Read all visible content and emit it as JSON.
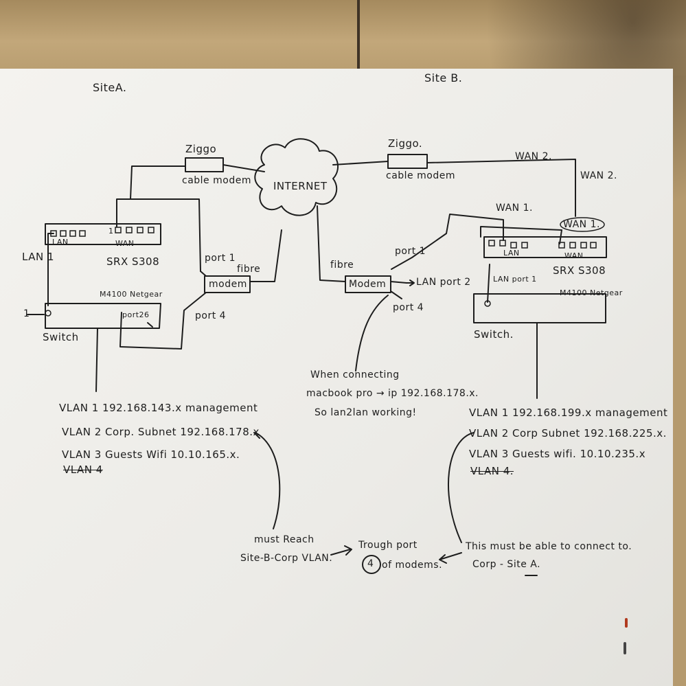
{
  "site_a": {
    "title": "SiteA.",
    "isp": "Ziggo",
    "cable_modem": "cable modem",
    "lan1": "LAN 1",
    "lan": "LAN",
    "wan": "WAN",
    "wan_port1": "1",
    "router": "SRX S308",
    "port1": "port 1",
    "fibre": "fibre",
    "modem": "modem",
    "port4": "port 4",
    "switch_model": "M4100 Netgear",
    "port26": "port26",
    "switch_port1": "1",
    "switch": "Switch",
    "vlans": [
      "VLAN 1  192.168.143.x  management",
      "VLAN 2  Corp. Subnet  192.168.178.x",
      "VLAN 3  Guests Wifi   10.10.165.x.",
      "VLAN 4"
    ],
    "note": [
      "must Reach",
      "Site-B-Corp VLAN."
    ]
  },
  "internet": "INTERNET",
  "center_note": {
    "lines": [
      "When connecting",
      "macbook pro → ip 192.168.178.x.",
      "So lan2lan working!"
    ]
  },
  "through": {
    "lines": [
      "Trough port",
      "of modems."
    ],
    "port_number": "4"
  },
  "site_b": {
    "title": "Site B.",
    "isp": "Ziggo.",
    "cable_modem": "cable modem",
    "wan2_top": "WAN 2.",
    "wan2_right": "WAN 2.",
    "wan1_top": "WAN 1.",
    "wan1_box": "WAN 1.",
    "lan": "LAN",
    "wan": "WAN",
    "router": "SRX S308",
    "fibre": "fibre",
    "modem": "Modem",
    "port1": "port 1",
    "lan_port2": "LAN port 2",
    "port4": "port 4",
    "lan_port1": "LAN port 1",
    "switch_model": "M4100 Netgear",
    "switch": "Switch.",
    "vlans": [
      "VLAN 1  192.168.199.x  management",
      "VLAN 2  Corp Subnet  192.168.225.x.",
      "VLAN 3  Guests wifi.  10.10.235.x",
      "VLAN 4."
    ],
    "note": [
      "This must be able to connect to.",
      "Corp - Site A."
    ]
  },
  "colors": {
    "ink": "#1d1d1d",
    "paper": "#efeeea",
    "wood": "#b59a6e"
  }
}
